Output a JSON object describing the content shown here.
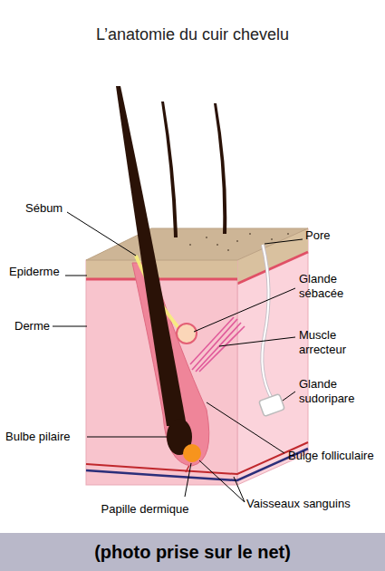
{
  "diagram": {
    "title": "L’anatomie du cuir chevelu",
    "caption": "(photo prise sur le net)",
    "labels": [
      "Sébum",
      "Pore",
      "Epiderme",
      "Glande sébacée",
      "Derme",
      "Muscle arrecteur",
      "Glande sudoripare",
      "Bulbe pilaire",
      "Bulge folliculaire",
      "Papille dermique",
      "Vaisseaux sanguins"
    ]
  }
}
